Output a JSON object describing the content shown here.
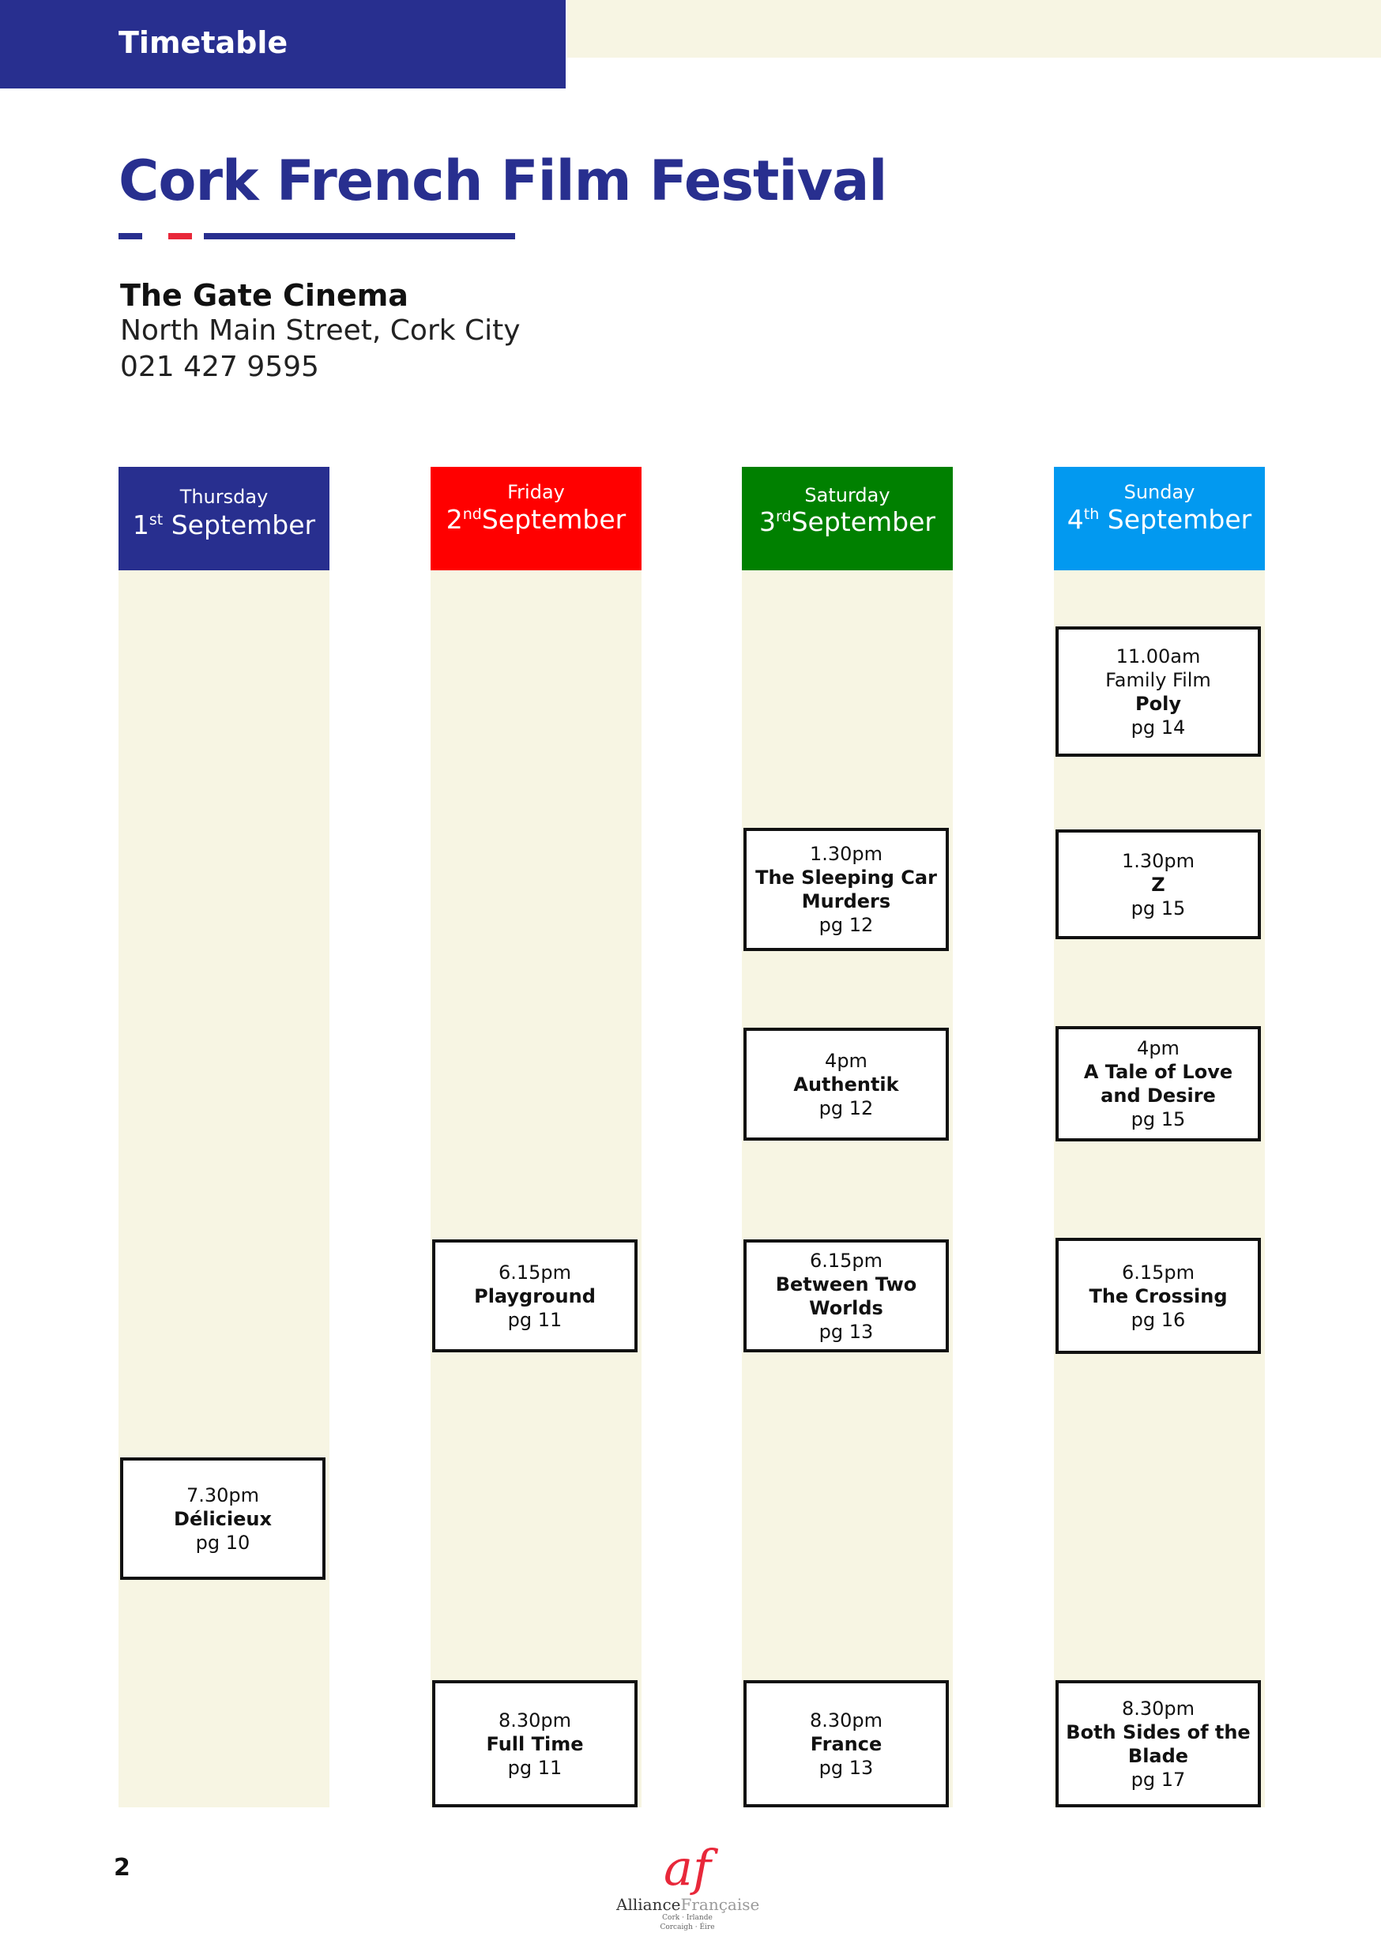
{
  "header": {
    "tab_label": "Timetable"
  },
  "title": "Cork French Film Festival",
  "venue": {
    "name": "The Gate Cinema",
    "address": "North Main Street, Cork City",
    "phone": "021 427 9595"
  },
  "colors": {
    "navy": "#282f8f",
    "red": "#e8283a",
    "cream": "#f7f5e3",
    "thursday": "#282f8f",
    "friday": "#ff0000",
    "saturday": "#008000",
    "sunday": "#0299f0"
  },
  "days": [
    {
      "name": "Thursday",
      "day_number": "1",
      "suffix": "st",
      "month": "September",
      "events": [
        {
          "time": "7.30pm",
          "film": "Délicieux",
          "page": "pg 10"
        }
      ]
    },
    {
      "name": "Friday",
      "day_number": "2",
      "suffix": "nd",
      "month": "September",
      "events": [
        {
          "time": "6.15pm",
          "film": "Playground",
          "page": "pg 11"
        },
        {
          "time": "8.30pm",
          "film": "Full Time",
          "page": "pg 11"
        }
      ]
    },
    {
      "name": "Saturday",
      "day_number": "3",
      "suffix": "rd",
      "month": "September",
      "events": [
        {
          "time": "1.30pm",
          "film": "The Sleeping Car Murders",
          "page": "pg 12"
        },
        {
          "time": "4pm",
          "film": "Authentik",
          "page": "pg 12"
        },
        {
          "time": "6.15pm",
          "film": "Between Two Worlds",
          "page": "pg 13"
        },
        {
          "time": "8.30pm",
          "film": "France",
          "page": "pg 13"
        }
      ]
    },
    {
      "name": "Sunday",
      "day_number": "4",
      "suffix": "th",
      "month": "September",
      "events": [
        {
          "time": "11.00am",
          "subtitle": "Family Film",
          "film": "Poly",
          "page": "pg 14"
        },
        {
          "time": "1.30pm",
          "film": "Z",
          "page": "pg 15"
        },
        {
          "time": "4pm",
          "film": "A Tale of Love and Desire",
          "page": "pg 15"
        },
        {
          "time": "6.15pm",
          "film": "The Crossing",
          "page": "pg 16"
        },
        {
          "time": "8.30pm",
          "film": "Both Sides of the Blade",
          "page": "pg 17"
        }
      ]
    }
  ],
  "footer": {
    "page_number": "2",
    "logo": {
      "mark": "af",
      "name_part1": "Alliance",
      "name_part2": "Française",
      "line1": "Cork · Irlande",
      "line2": "Corcaigh · Éire"
    }
  }
}
